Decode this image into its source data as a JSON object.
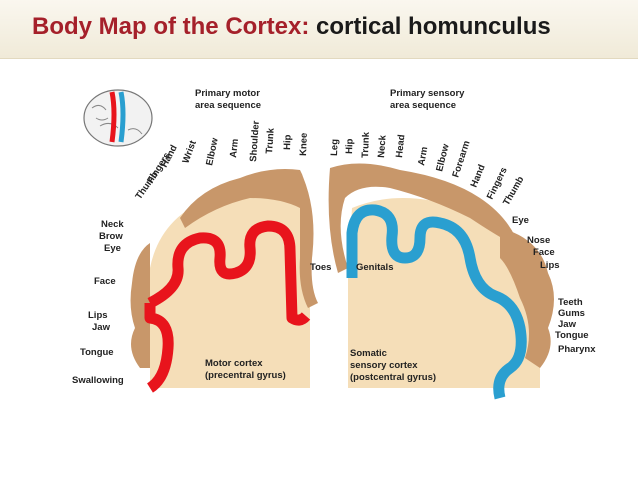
{
  "title": {
    "accent": "Body Map of the Cortex:",
    "rest": "cortical homunculus"
  },
  "motor": {
    "heading_line1": "Primary motor",
    "heading_line2": "area sequence",
    "top_labels": [
      "Thumb",
      "Fingers",
      "Hand",
      "Wrist",
      "Elbow",
      "Arm",
      "Shoulder",
      "Trunk",
      "Hip",
      "Knee"
    ],
    "side_labels": {
      "neck": "Neck",
      "brow": "Brow",
      "eye": "Eye",
      "face": "Face",
      "lips": "Lips",
      "jaw": "Jaw",
      "tongue": "Tongue",
      "swallowing": "Swallowing"
    },
    "toes": "Toes",
    "cortex_line1": "Motor cortex",
    "cortex_line2": "(precentral gyrus)"
  },
  "sensory": {
    "heading_line1": "Primary sensory",
    "heading_line2": "area sequence",
    "top_labels": [
      "Leg",
      "Hip",
      "Trunk",
      "Neck",
      "Head",
      "Arm",
      "Elbow",
      "Forearm",
      "Hand",
      "Fingers",
      "Thumb"
    ],
    "side_labels": {
      "eye": "Eye",
      "nose": "Nose",
      "face": "Face",
      "lips": "Lips",
      "teeth": "Teeth",
      "gums": "Gums",
      "jaw": "Jaw",
      "tongue": "Tongue",
      "pharynx": "Pharynx"
    },
    "genitals": "Genitals",
    "cortex_line1": "Somatic",
    "cortex_line2": "sensory cortex",
    "cortex_line3": "(postcentral gyrus)"
  },
  "colors": {
    "title_accent": "#a5202a",
    "motor": "#e8141c",
    "sensory": "#2a9fd0",
    "tissue": "#f5deb8",
    "skin": "#c8976a"
  }
}
